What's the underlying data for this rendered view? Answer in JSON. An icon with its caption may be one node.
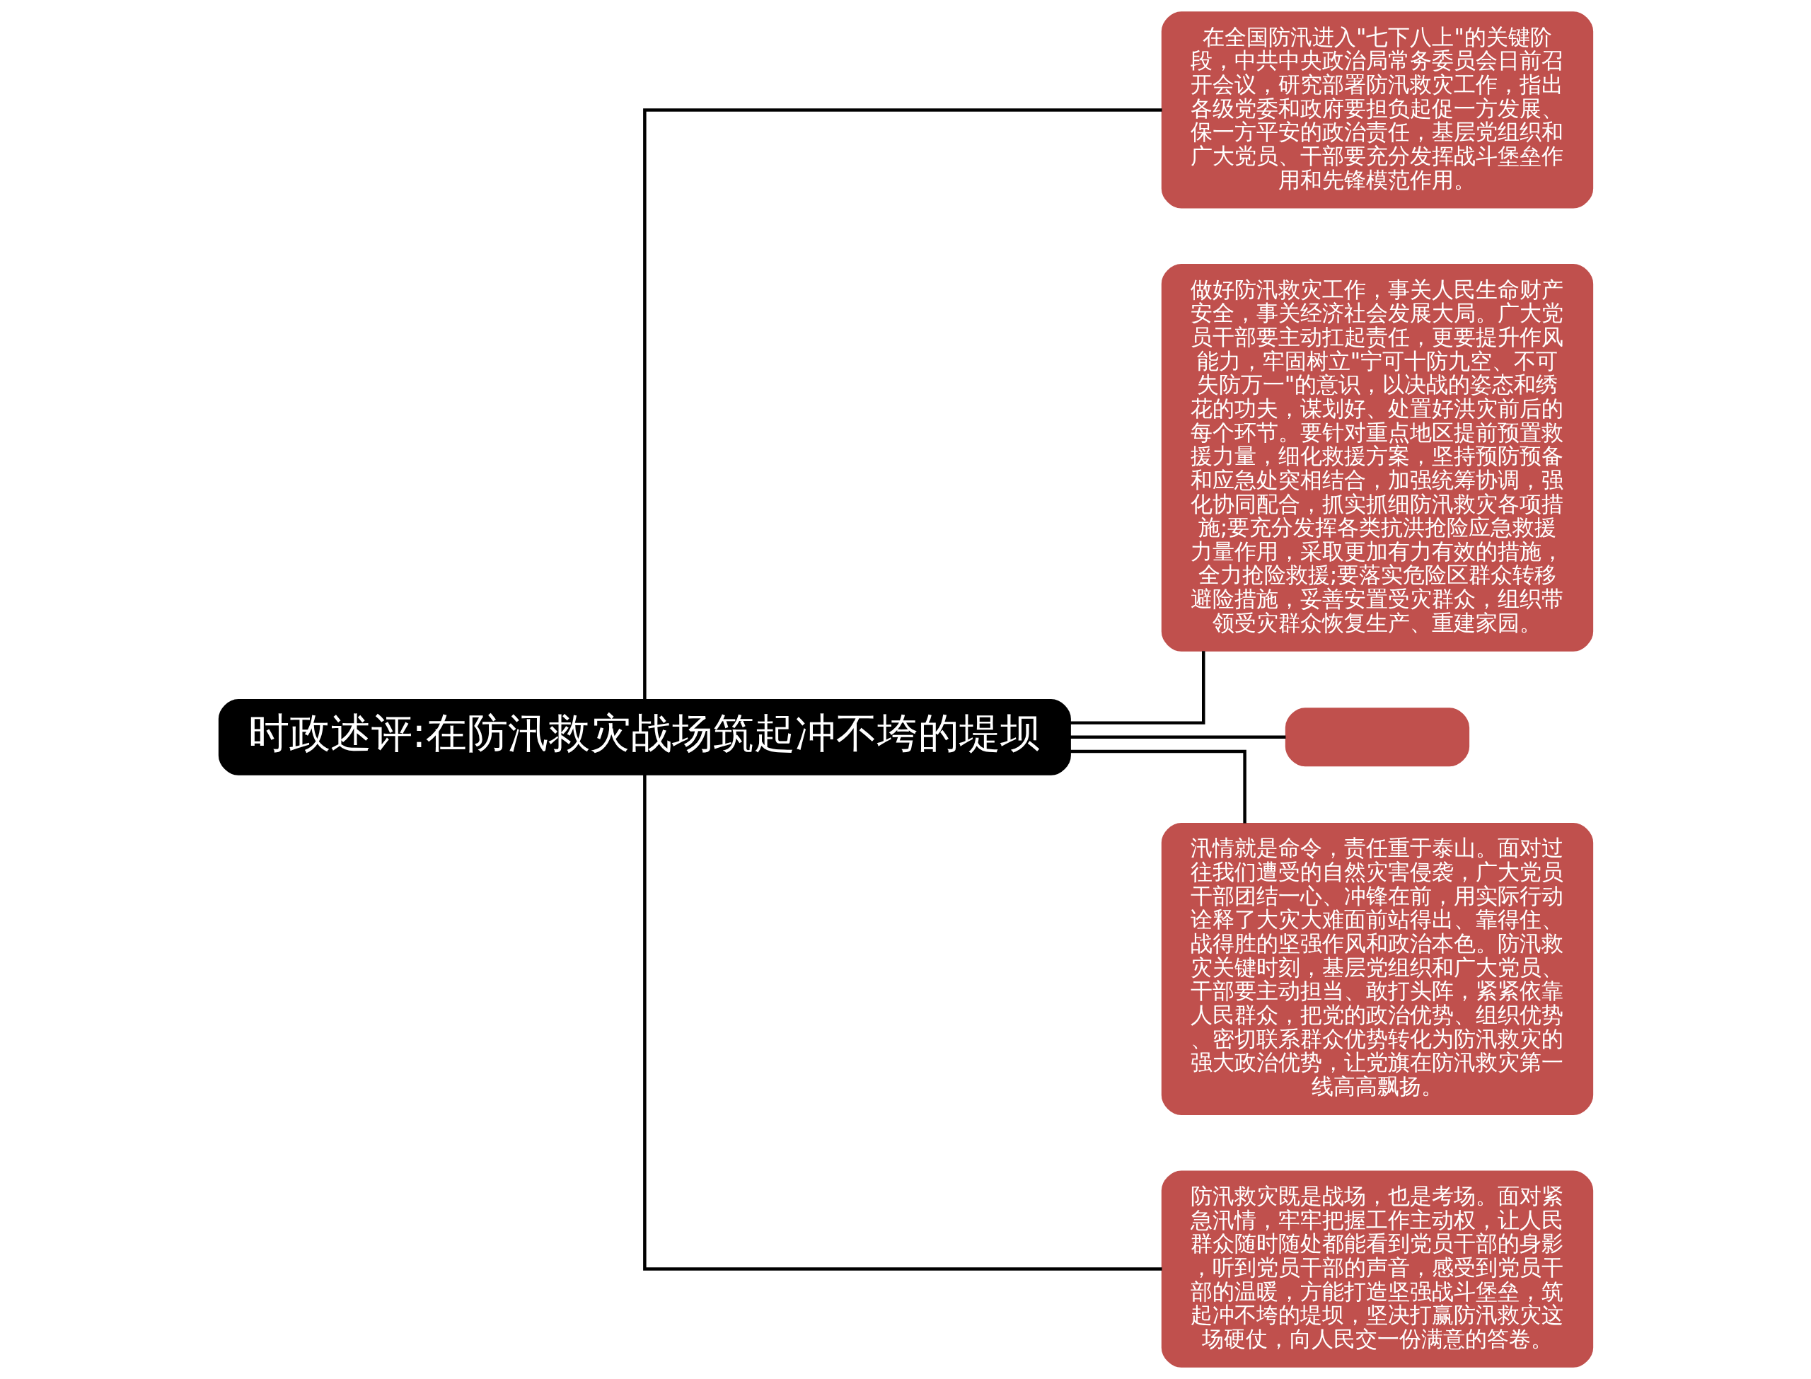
{
  "diagram": {
    "nodes": [
      {
        "text": [
          "时政述评:在防汛救灾战场筑起冲不垮的堤坝"
        ]
      },
      {
        "text": [
          "在全国防汛进入\"七下八上\"的关键阶段，中共中央政治局常务委员会日前召开会议，研究部署防汛救灾工作，指出各级党委和政府要担负起促一方发展、保一方平安的政治责任，基层党组织和广大党员、干部要充分发挥战斗堡垒作用和先锋模范作用。"
        ]
      },
      {
        "text": [
          "做好防汛救灾工作，事关人民生命财产安全，事关经济社会发展大局。广大党员干部要主动扛起责任，更要提升作风能力，牢固树立\"宁可十防九空、不可失防万一\"的意识，以决战的姿态和绣花的功夫，谋划好、处置好洪灾前后的每个环节。要针对重点地区提前预置救援力量，细化救援方案，坚持预防预备和应急处突相结合，加强统筹协调，强化协同配合，抓实抓细防汛救灾各项措施;要充分发挥各类抗洪抢险应急救援力量作用，采取更加有力有效的措施，全力抢险救援;要落实危险区群众转移避险措施，妥善安置受灾群众，组织带领受灾群众恢复生产、重建家园。"
        ]
      },
      {
        "text": [],
        "shape": "box"
      },
      {
        "text": [
          "汛情就是命令，责任重于泰山。面对过往我们遭受的自然灾害侵袭，广大党员干部团结一心、冲锋在前，用实际行动诠释了大灾大难面前站得出、靠得住、战得胜的坚强作风和政治本色。防汛救灾关键时刻，基层党组织和广大党员、干部要主动担当、敢打头阵，紧紧依靠人民群众，把党的政治优势、组织优势、密切联系群众优势转化为防汛救灾的强大政治优势，让党旗在防汛救灾第一线高高飘扬。"
        ]
      },
      {
        "text": [
          "防汛救灾既是战场，也是考场。面对紧急汛情，牢牢把握工作主动权，让人民群众随时随处都能看到党员干部的身影，听到党员干部的声音，感受到党员干部的温暖，方能打造坚强战斗堡垒，筑起冲不垮的堤坝，坚决打赢防汛救灾这场硬仗，向人民交一份满意的答卷。"
        ]
      }
    ],
    "edges": [
      {
        "from": 0,
        "to": 1,
        "arrow": "none"
      },
      {
        "from": 0,
        "to": 2,
        "arrow": "none"
      },
      {
        "from": 0,
        "to": 3,
        "arrow": "none"
      },
      {
        "from": 0,
        "to": 4,
        "arrow": "none"
      },
      {
        "from": 0,
        "to": 5,
        "arrow": "none"
      }
    ]
  }
}
